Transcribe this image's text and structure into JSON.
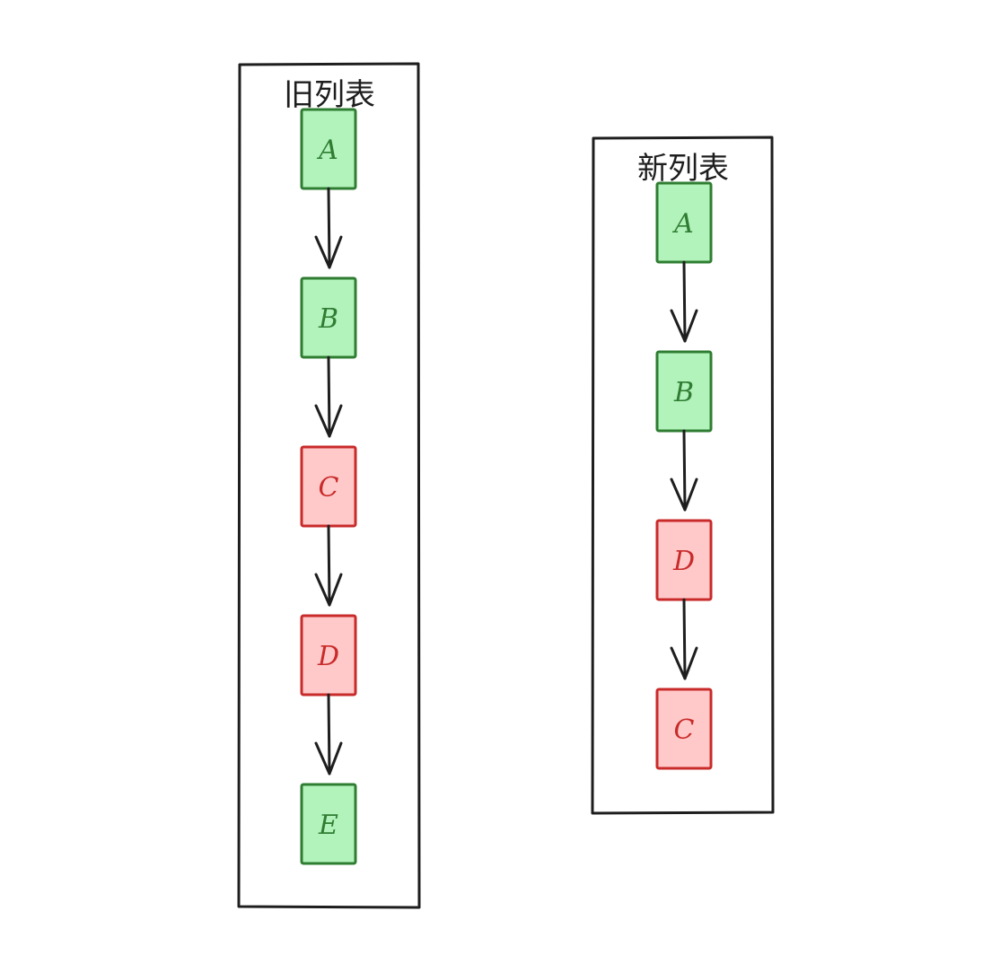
{
  "colors": {
    "stroke_dark": "#1e1e1e",
    "unchanged_fill": "#b2f2bb",
    "unchanged_stroke": "#2f7d32",
    "changed_fill": "#ffc9c9",
    "changed_stroke": "#c92a2a"
  },
  "panels": [
    {
      "title": "旧列表",
      "nodes": [
        {
          "label": "A",
          "status": "unchanged"
        },
        {
          "label": "B",
          "status": "unchanged"
        },
        {
          "label": "C",
          "status": "changed"
        },
        {
          "label": "D",
          "status": "changed"
        },
        {
          "label": "E",
          "status": "unchanged"
        }
      ]
    },
    {
      "title": "新列表",
      "nodes": [
        {
          "label": "A",
          "status": "unchanged"
        },
        {
          "label": "B",
          "status": "unchanged"
        },
        {
          "label": "D",
          "status": "changed"
        },
        {
          "label": "C",
          "status": "changed"
        }
      ]
    }
  ]
}
